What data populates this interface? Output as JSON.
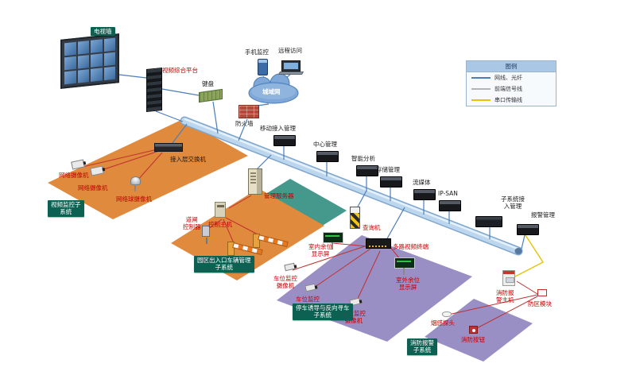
{
  "legend": {
    "title": "图例",
    "items": [
      {
        "label": "网线、光纤",
        "color": "#4a7ebb"
      },
      {
        "label": "前端信号线",
        "color": "#b3b3b3"
      },
      {
        "label": "串口传输线",
        "color": "#e6c400"
      }
    ]
  },
  "top": {
    "tv_wall": "电视墙",
    "video_platform": "视频综合平台",
    "keyboard": "键盘",
    "phone_monitor": "手机监控",
    "remote_access": "远程访问",
    "metro_network": "城域网",
    "firewall": "防火墙"
  },
  "bus_servers": [
    "移动接入管理",
    "中心管理",
    "智能分析",
    "存储管理",
    "流媒体",
    "IP-SAN",
    "子系统接\n入管理",
    "报警管理"
  ],
  "zones": {
    "video": {
      "title": "视频监控子\n系统",
      "camera1": "网络摄像机",
      "camera2": "网络摄像机",
      "dome_camera": "网络球摄像机",
      "access_switch": "接入层交换机"
    },
    "vehicle": {
      "title": "园区出入口车辆管理\n子系统",
      "gate_controller": "道闸\n控制器",
      "control_host": "控制主机"
    },
    "management": {
      "server": "管理服务器"
    },
    "parking": {
      "title": "停车诱导与反向寻车\n子系统",
      "query_kiosk": "查询机",
      "indoor_display": "室内余位\n显示屏",
      "multi_video_terminal": "多路视频终端",
      "outdoor_display": "室外余位\n显示屏",
      "camera1": "车位监控\n摄像机",
      "camera2": "车位监控\n摄像机",
      "camera3": "车位监控\n摄像机"
    },
    "fire": {
      "title": "消防报警\n子系统",
      "alarm_host": "消防报\n警主机",
      "zone_module": "防区模块",
      "smoke_detector": "烟感探头",
      "fire_button": "消防按钮"
    }
  },
  "colors": {
    "zone_orange": "#e08a3e",
    "zone_teal": "#44988c",
    "zone_purple": "#9a8fc4",
    "bus": "#bcd6ee",
    "line_network": "#4a7ebb",
    "line_signal": "#c03030",
    "line_serial": "#e6c400",
    "label_red": "#c00000",
    "title_bg": "#0d6152"
  }
}
